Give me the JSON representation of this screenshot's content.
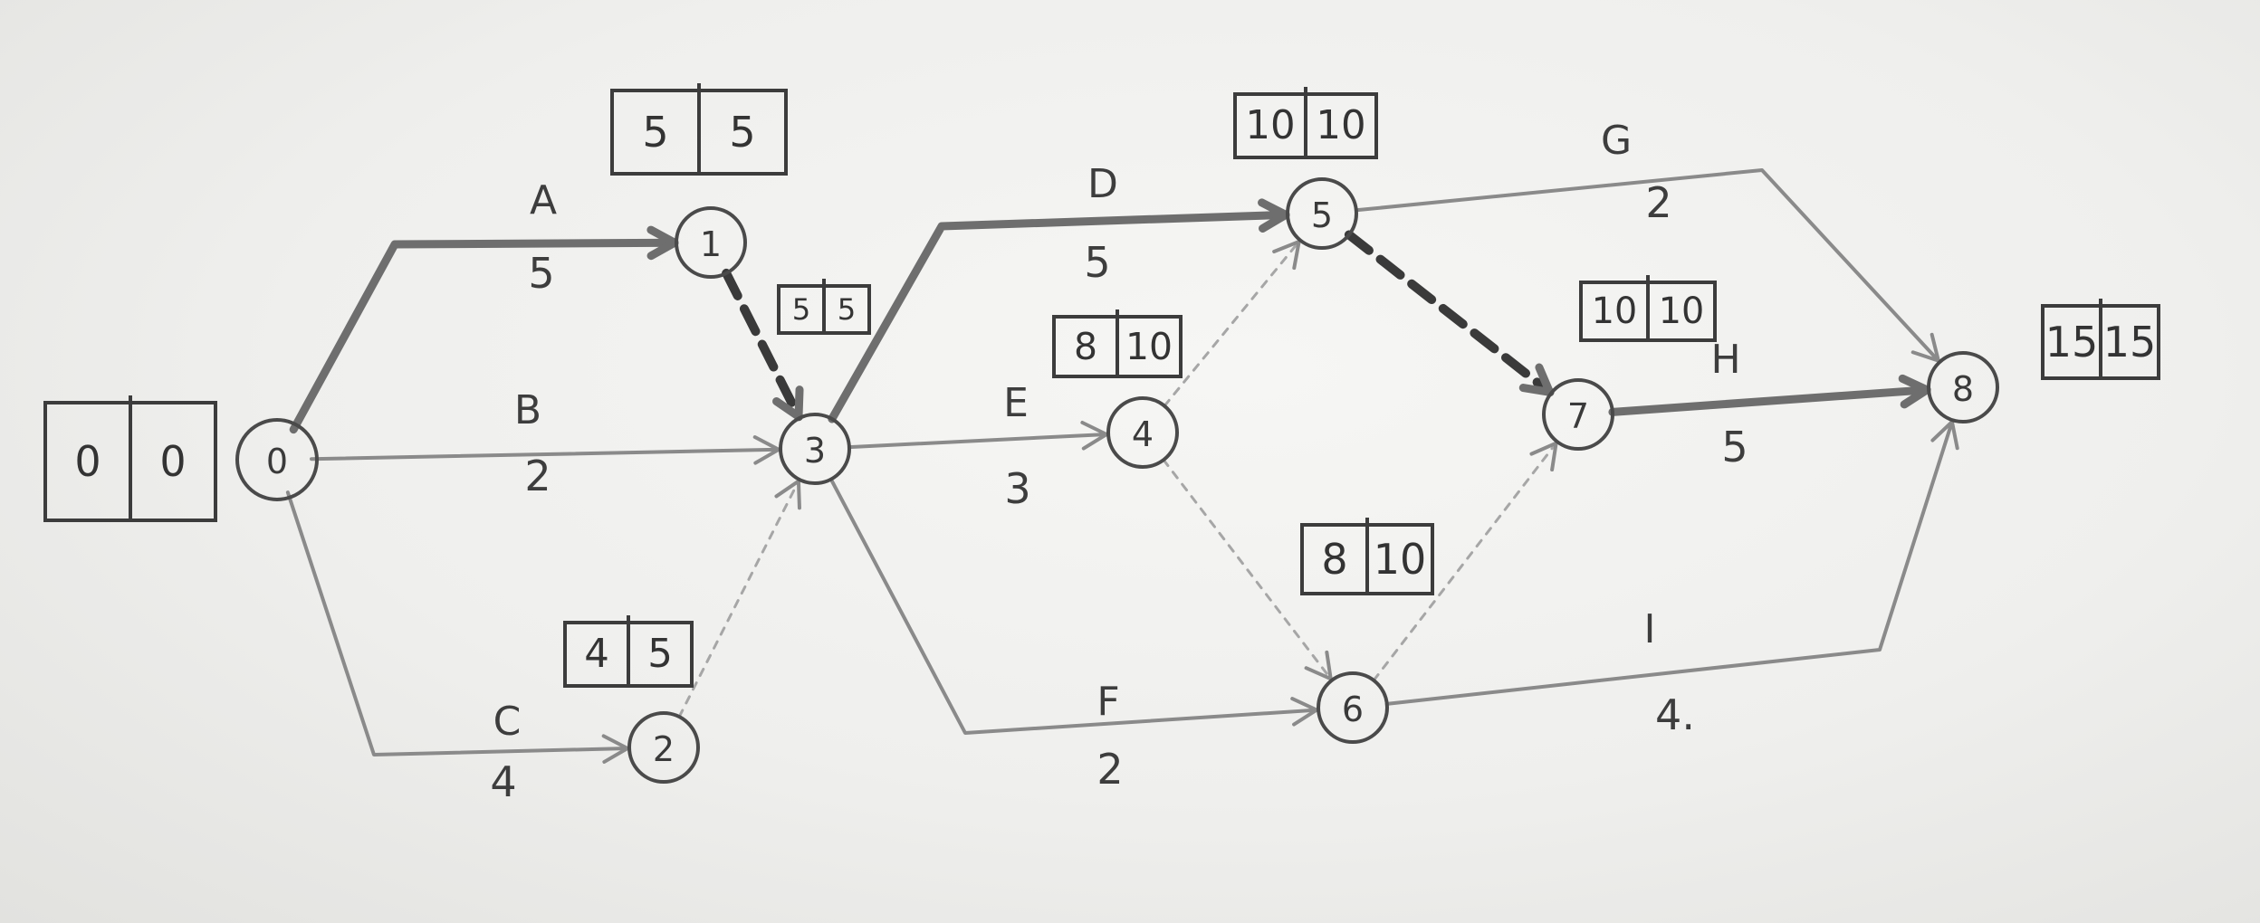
{
  "nodes": [
    {
      "id": "n0",
      "label": "0",
      "es": "0",
      "ls": "0"
    },
    {
      "id": "n1",
      "label": "1",
      "es": "5",
      "ls": "5"
    },
    {
      "id": "n2",
      "label": "2",
      "es": "4",
      "ls": "5"
    },
    {
      "id": "n3",
      "label": "3",
      "es": "5",
      "ls": "5"
    },
    {
      "id": "n4",
      "label": "4",
      "es": "8",
      "ls": "10"
    },
    {
      "id": "n5",
      "label": "5",
      "es": "10",
      "ls": "10"
    },
    {
      "id": "n6",
      "label": "6",
      "es": "8",
      "ls": "10"
    },
    {
      "id": "n7",
      "label": "7",
      "es": "10",
      "ls": "10"
    },
    {
      "id": "n8",
      "label": "8",
      "es": "15",
      "ls": "15"
    }
  ],
  "activities": [
    {
      "id": "A",
      "name": "A",
      "duration": "5",
      "from": "n0",
      "to": "n1",
      "critical": true
    },
    {
      "id": "B",
      "name": "B",
      "duration": "2",
      "from": "n0",
      "to": "n3",
      "critical": false
    },
    {
      "id": "C",
      "name": "C",
      "duration": "4",
      "from": "n0",
      "to": "n2",
      "critical": false
    },
    {
      "id": "D",
      "name": "D",
      "duration": "5",
      "from": "n3",
      "to": "n5",
      "critical": true
    },
    {
      "id": "E",
      "name": "E",
      "duration": "3",
      "from": "n3",
      "to": "n4",
      "critical": false
    },
    {
      "id": "F",
      "name": "F",
      "duration": "2",
      "from": "n3",
      "to": "n6",
      "critical": false
    },
    {
      "id": "G",
      "name": "G",
      "duration": "2",
      "from": "n5",
      "to": "n8",
      "critical": false
    },
    {
      "id": "H",
      "name": "H",
      "duration": "5",
      "from": "n7",
      "to": "n8",
      "critical": true
    },
    {
      "id": "I",
      "name": "I",
      "duration": "4.",
      "from": "n6",
      "to": "n8",
      "critical": false
    }
  ],
  "dummies": [
    {
      "from": "n1",
      "to": "n3",
      "critical": true
    },
    {
      "from": "n2",
      "to": "n3",
      "critical": false
    },
    {
      "from": "n4",
      "to": "n5",
      "critical": false
    },
    {
      "from": "n4",
      "to": "n6",
      "critical": false
    },
    {
      "from": "n5",
      "to": "n7",
      "critical": true
    },
    {
      "from": "n6",
      "to": "n7",
      "critical": false
    }
  ]
}
